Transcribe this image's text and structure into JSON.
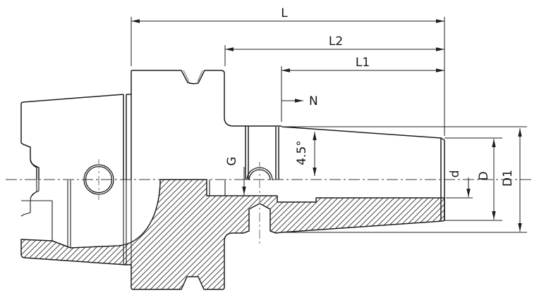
{
  "drawing": {
    "kind": "engineering-section-drawing",
    "subject": "shrink-fit tool holder with hollow taper shank, half-section view",
    "colors": {
      "background": "#ffffff",
      "line": "#1d1d1d",
      "dimension_line": "#1d1d1d",
      "centerline": "#3a3a3a",
      "feature_centerline": "#8f8f8f",
      "hatch": "#2f2f2f"
    }
  },
  "dimensions": {
    "L": "L",
    "L2": "L2",
    "L1": "L1",
    "N": "N",
    "G": "G",
    "taper_angle": "4.5°",
    "d": "d",
    "D": "D",
    "D1": "D1"
  }
}
